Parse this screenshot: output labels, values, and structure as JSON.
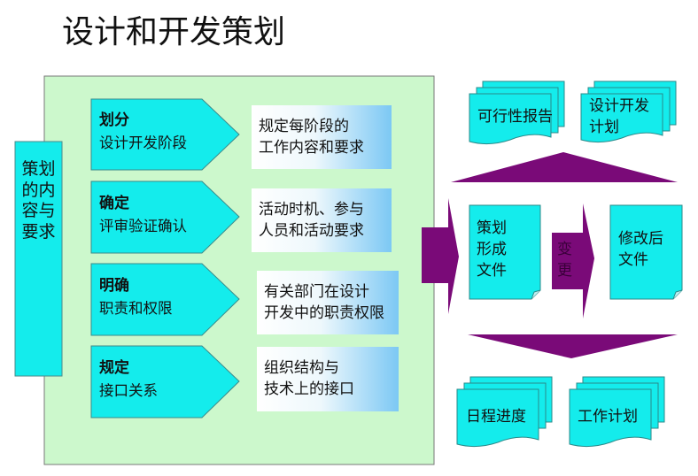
{
  "title": "设计和开发策划",
  "side_label": "策划的内容与要求",
  "steps": [
    {
      "verb": "划分",
      "object": "设计开发阶段",
      "detail": [
        "规定每阶段的",
        "工作内容和要求"
      ]
    },
    {
      "verb": "确定",
      "object": "评审验证确认",
      "detail": [
        "活动时机、参与",
        "人员和活动要求"
      ]
    },
    {
      "verb": "明确",
      "object": "职责和权限",
      "detail": [
        "有关部门在设计",
        "开发中的职责权限"
      ]
    },
    {
      "verb": "规定",
      "object": "接口关系",
      "detail": [
        "组织结构与",
        "技术上的接口"
      ]
    }
  ],
  "outputs": {
    "top": [
      "可行性报告",
      "设计开发计划"
    ],
    "top_lines": [
      [
        "可行性报告"
      ],
      [
        "设计开发",
        "计划"
      ]
    ],
    "planning_doc": [
      "策划",
      "形成",
      "文件"
    ],
    "change": [
      "变",
      "更"
    ],
    "revised_doc": [
      "修改后",
      "文件"
    ],
    "bottom": [
      "日程进度",
      "工作计划"
    ]
  },
  "colors": {
    "panel": "#ccf8cc",
    "cyan": "#14ecec",
    "purple": "#7a0a78"
  }
}
